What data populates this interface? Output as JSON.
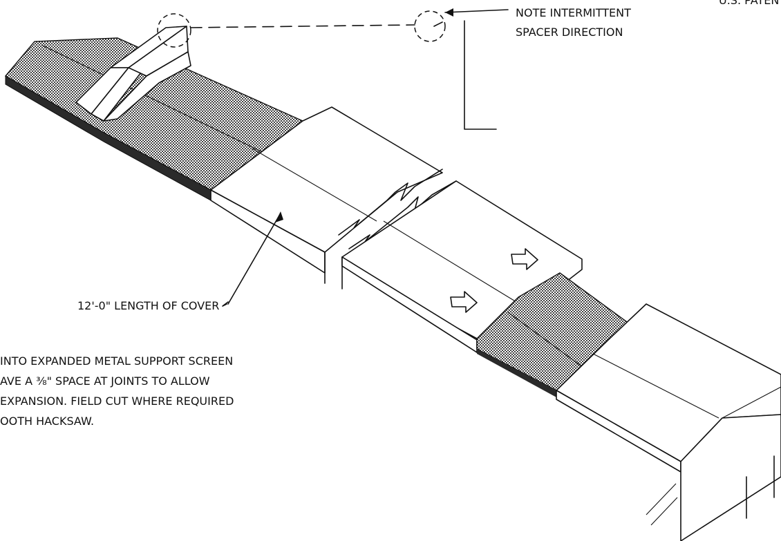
{
  "labels": {
    "patent": "U.S. PATENT #",
    "note_line1": "NOTE INTERMITTENT",
    "note_line2": "SPACER DIRECTION",
    "cover_length": "12'-0\" LENGTH OF COVER",
    "install_line1": "INTO EXPANDED METAL SUPPORT SCREEN",
    "install_line2": "AVE A ⅜\" SPACE AT JOINTS TO ALLOW",
    "install_line3": "EXPANSION. FIELD CUT WHERE REQUIRED",
    "install_line4": "OOTH HACKSAW."
  },
  "colors": {
    "ink": "#111111",
    "paper": "#ffffff"
  }
}
